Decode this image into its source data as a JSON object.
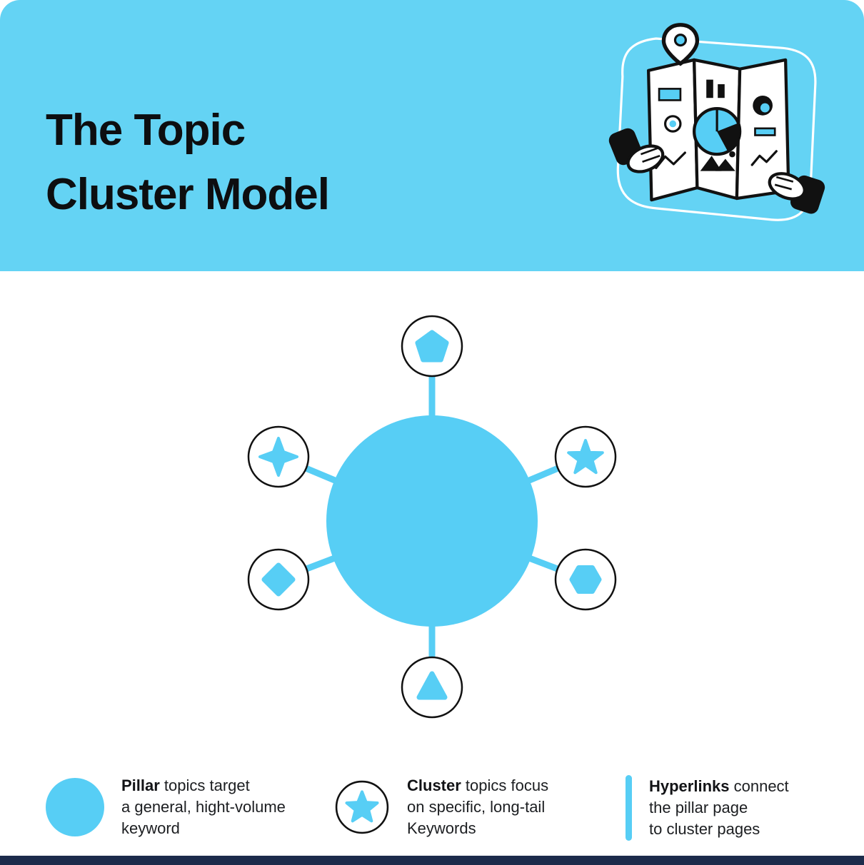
{
  "header": {
    "title_line1": "The Topic",
    "title_line2": "Cluster Model"
  },
  "illustration": {
    "name": "hands-holding-map-with-charts-and-location-pin"
  },
  "colors": {
    "header_bg": "#64D3F4",
    "accent_blue": "#57CEF5",
    "outline_dark": "#111111",
    "footer_bar": "#1C2B4B"
  },
  "diagram": {
    "center_node": "pillar-page-circle",
    "connector": "hyperlink-line",
    "satellites": [
      {
        "shape": "pentagon",
        "position": "top"
      },
      {
        "shape": "four-point-star",
        "position": "upper-left"
      },
      {
        "shape": "five-point-star",
        "position": "upper-right"
      },
      {
        "shape": "diamond",
        "position": "lower-left"
      },
      {
        "shape": "hexagon",
        "position": "lower-right"
      },
      {
        "shape": "triangle",
        "position": "bottom"
      }
    ]
  },
  "legend": {
    "items": [
      {
        "icon": "pillar-circle-icon",
        "bold": "Pillar",
        "rest": " topics target\na general, hight-volume\nkeyword"
      },
      {
        "icon": "cluster-star-icon",
        "bold": "Cluster",
        "rest": " topics focus\non specific, long-tail\nKeywords"
      },
      {
        "icon": "hyperlink-bar-icon",
        "bold": "Hyperlinks",
        "rest": " connect\nthe pillar page\nto cluster pages"
      }
    ]
  }
}
